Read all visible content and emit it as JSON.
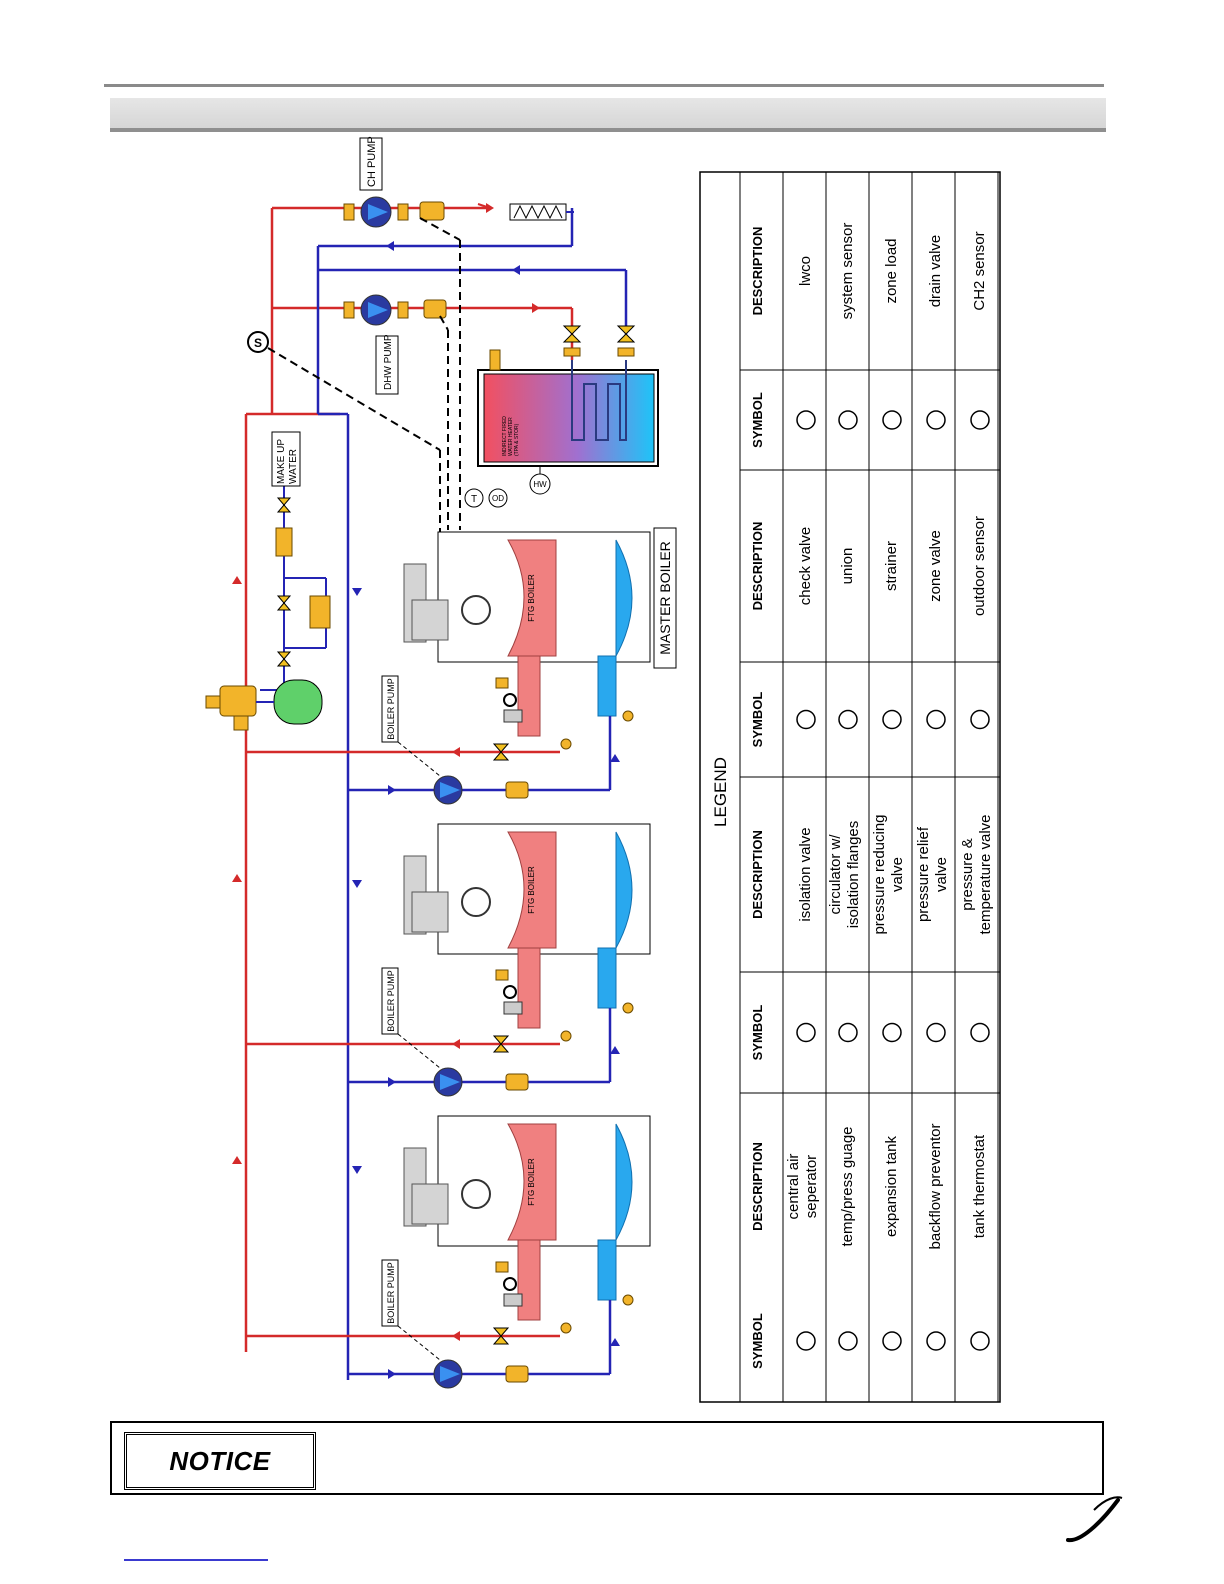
{
  "labels": {
    "ch_pump": "CH PUMP",
    "dhw_pump": "DHW PUMP",
    "make_up_water": [
      "MAKE UP",
      "WATER"
    ],
    "boiler_pump": "BOILER PUMP",
    "master_boiler": "MASTER BOILER",
    "ftg_boiler": "FTG BOILER",
    "water_heater": [
      "INDIRECT FIRED",
      "WATER HEATER",
      "(TPA & STOR)"
    ],
    "sensor_s": "S",
    "sensor_t": "T",
    "sensor_od": "OD",
    "sensor_hw": "HW"
  },
  "colors": {
    "supply": "#d42a2a",
    "return": "#2424b4",
    "boiler_head": "#f08080",
    "boiler_tank": "#29a8ee",
    "tank_hot": "#f25060",
    "tank_cold": "#1ec4f8",
    "expansion_tank": "#5fd06a",
    "brass": "#f2b42a"
  },
  "legend": {
    "title": "LEGEND",
    "headers": [
      "SYMBOL",
      "DESCRIPTION",
      "SYMBOL",
      "DESCRIPTION",
      "SYMBOL",
      "DESCRIPTION",
      "SYMBOL",
      "DESCRIPTION"
    ],
    "rows": [
      [
        "central-air-separator-icon",
        "central air seperator",
        "isolation-valve-icon",
        "isolation valve",
        "check-valve-icon",
        "check valve",
        "lwco-icon",
        "lwco"
      ],
      [
        "temp-press-gauge-icon",
        "temp/press guage",
        "circulator-icon",
        "circulator w/ isolation flanges",
        "union-icon",
        "union",
        "system-sensor-icon",
        "system sensor"
      ],
      [
        "expansion-tank-icon",
        "expansion tank",
        "pressure-reducing-valve-icon",
        "pressure reducing valve",
        "strainer-icon",
        "strainer",
        "zone-load-icon",
        "zone load"
      ],
      [
        "backflow-preventor-icon",
        "backflow preventor",
        "pressure-relief-valve-icon",
        "pressure relief valve",
        "zone-valve-icon",
        "zone valve",
        "drain-valve-icon",
        "drain valve"
      ],
      [
        "hw-sensor-icon",
        "tank thermostat",
        "pt-valve-icon",
        "pressure & temperature valve",
        "outdoor-sensor-icon",
        "outdoor sensor",
        "t-sensor-icon",
        "CH2 sensor"
      ]
    ]
  },
  "notice": {
    "label": "NOTICE"
  }
}
